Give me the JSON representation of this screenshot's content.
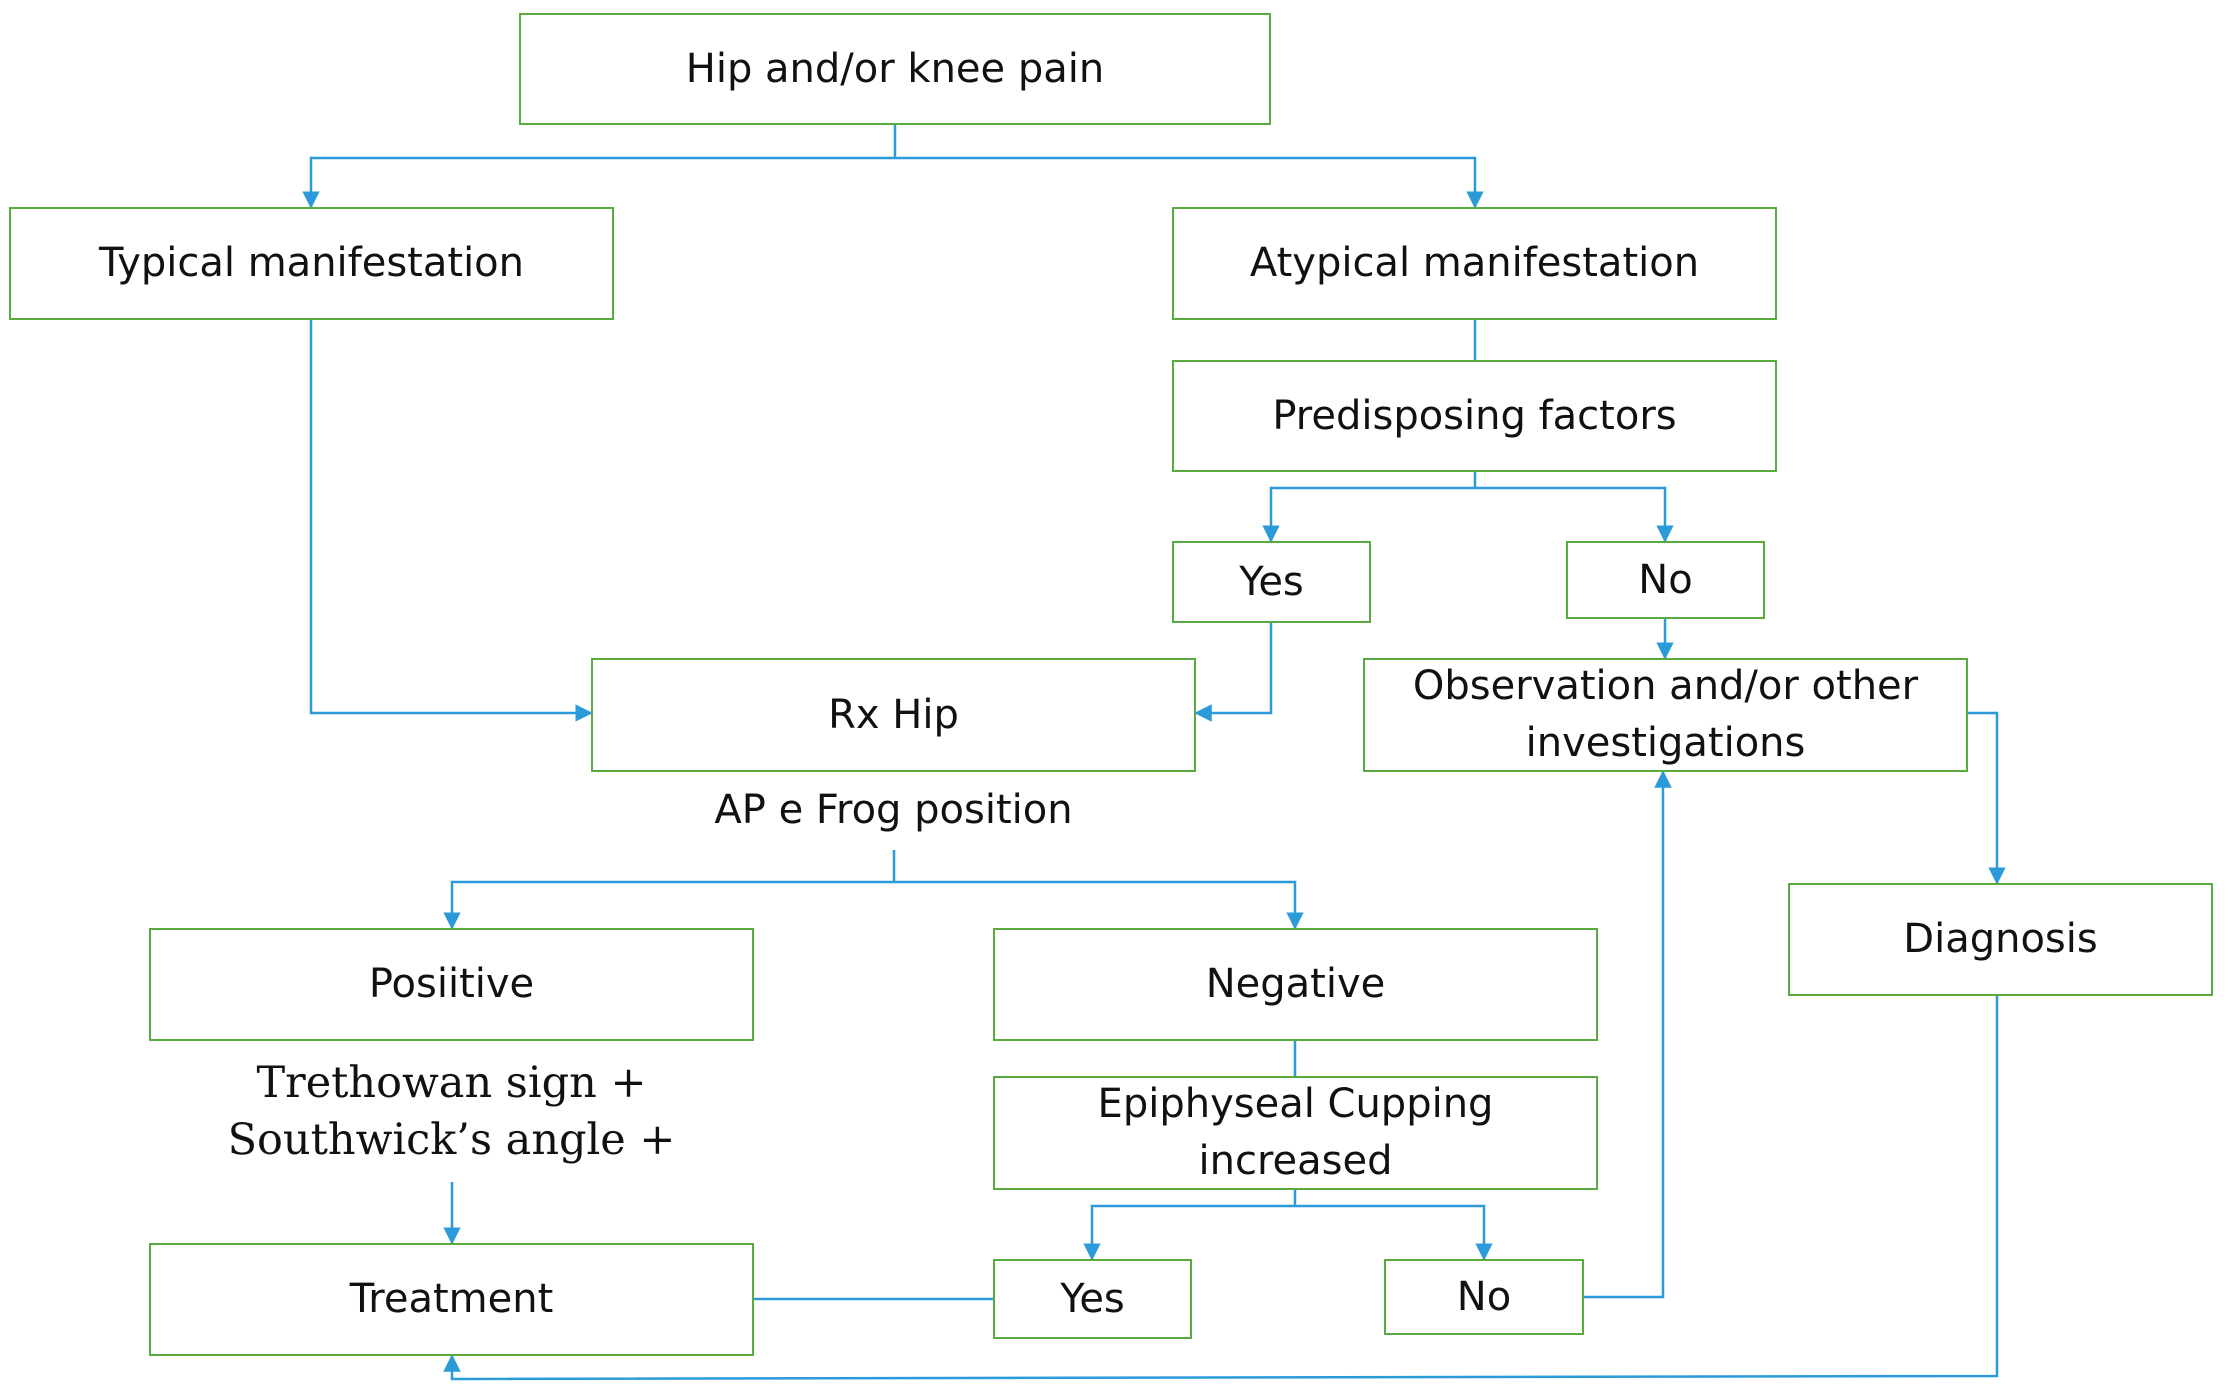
{
  "colors": {
    "box_border": "#5aab3f",
    "connector": "#2a9ad9",
    "text": "#111111"
  },
  "nodes": {
    "start": "Hip and/or knee pain",
    "typical": "Typical manifestation",
    "atypical": "Atypical manifestation",
    "predisposing": "Predisposing factors",
    "pred_yes": "Yes",
    "pred_no": "No",
    "rx_hip": "Rx Hip",
    "observation_line1": "Observation and/or other",
    "observation_line2": "investigations",
    "diagnosis": "Diagnosis",
    "positive": "Posiitive",
    "negative": "Negative",
    "cupping_line1": "Epiphyseal Cupping",
    "cupping_line2": "increased",
    "treatment": "Treatment",
    "cup_yes": "Yes",
    "cup_no": "No"
  },
  "labels": {
    "ap_frog": "AP e Frog position",
    "trethowan": "Trethowan sign +",
    "southwick": "Southwick’s angle +"
  }
}
